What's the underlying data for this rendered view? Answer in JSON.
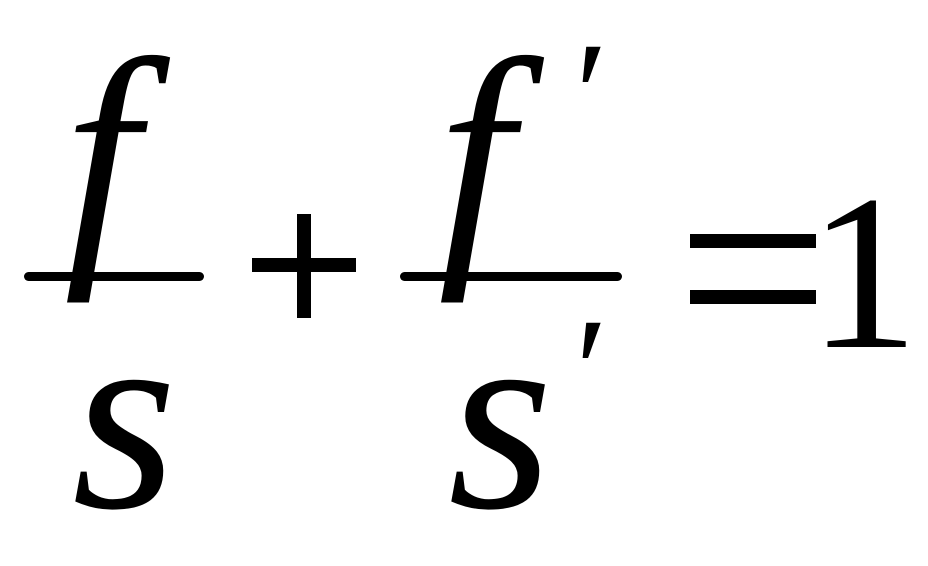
{
  "equation": {
    "term1": {
      "numerator": "f",
      "denominator": "s"
    },
    "plus": "+",
    "term2": {
      "numerator": "f",
      "numerator_prime": "′",
      "denominator": "s",
      "denominator_prime": "′"
    },
    "equals": "=",
    "rhs": "1"
  }
}
